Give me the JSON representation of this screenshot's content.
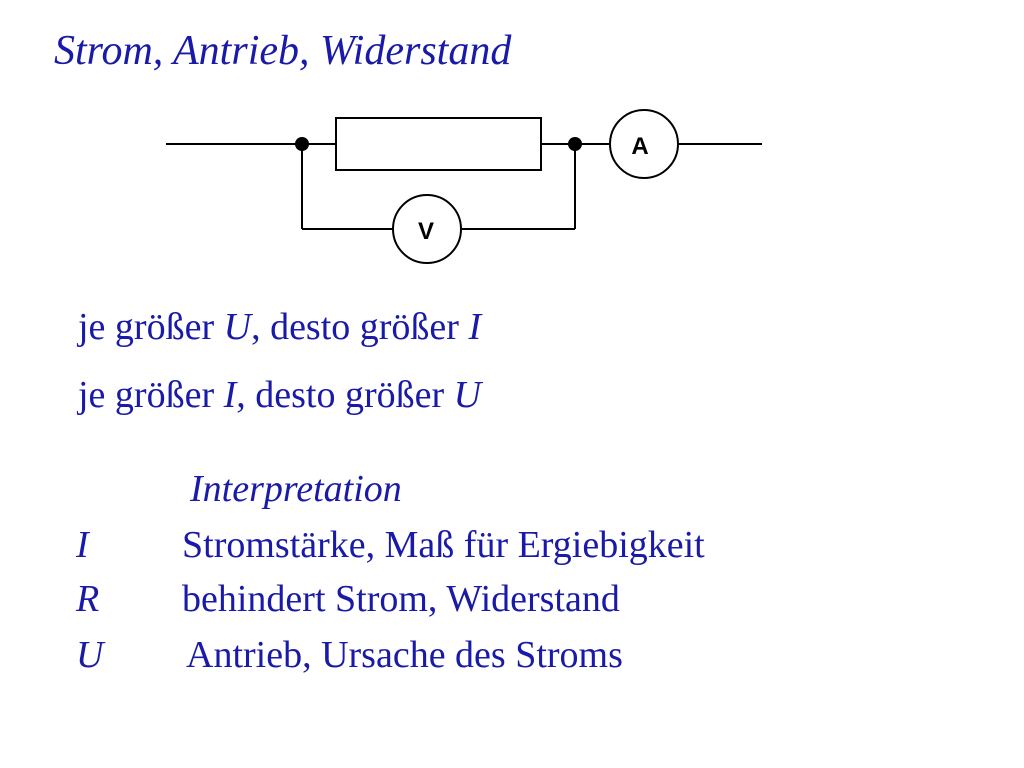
{
  "title": "Strom, Antrieb, Widerstand",
  "circuit": {
    "ammeter_label": "A",
    "voltmeter_label": "V",
    "wire_color": "#000000"
  },
  "statements": [
    {
      "prefix": "je größer ",
      "var1": "U",
      "mid": ", desto größer ",
      "var2": "I"
    },
    {
      "prefix": "je größer ",
      "var1": "I",
      "mid": ", desto größer ",
      "var2": "U"
    }
  ],
  "interpretation": {
    "heading": "Interpretation",
    "rows": [
      {
        "symbol": "I",
        "text": "Stromstärke, Maß für Ergiebigkeit"
      },
      {
        "symbol": "R",
        "text": "behindert Strom, Widerstand"
      },
      {
        "symbol": "U",
        "text": "Antrieb, Ursache des Stroms"
      }
    ]
  },
  "colors": {
    "text": "#1a1aa8",
    "background": "#ffffff"
  }
}
